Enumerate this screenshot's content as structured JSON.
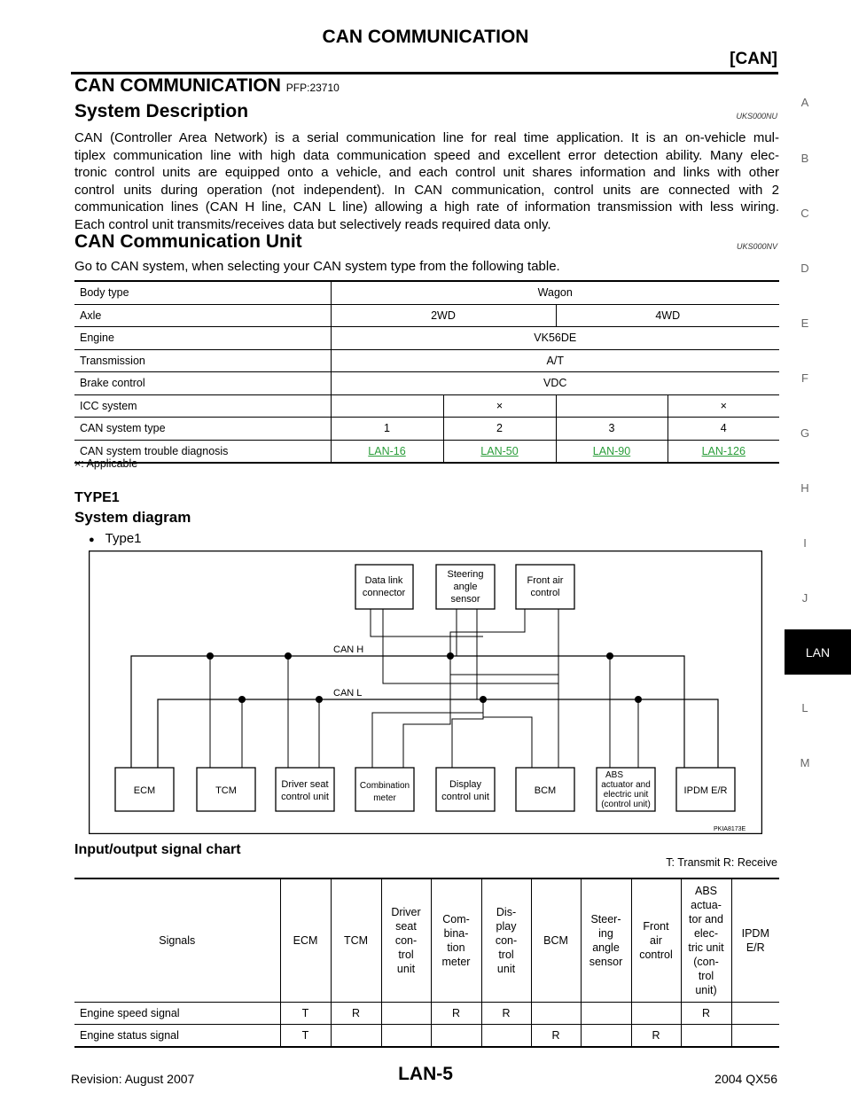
{
  "header": {
    "title": "CAN COMMUNICATION",
    "section": "[CAN]"
  },
  "section_title": {
    "text": "CAN COMMUNICATION",
    "code": "PFP:23710"
  },
  "system_description": {
    "heading": "System Description",
    "code": "UKS000NU",
    "lines": [
      "CAN (Controller Area Network) is a serial communication line for real time application. It is an on-vehicle mul-",
      "tiplex communication line with high data communication speed and excellent error detection ability. Many elec-",
      "tronic control units are equipped onto a vehicle, and each control unit shares information and links with other",
      "control units during operation (not independent). In CAN communication, control units are connected with 2",
      "communication lines (CAN H line, CAN L line) allowing a high rate of information transmission with less wiring.",
      "Each control unit transmits/receives data but selectively reads required data only."
    ]
  },
  "can_unit": {
    "heading": "CAN Communication Unit",
    "code": "UKS000NV",
    "intro": "Go to CAN system, when selecting your CAN system type from the following table.",
    "table": {
      "body_type_label": "Body type",
      "body_type": "Wagon",
      "axle_label": "Axle",
      "axle": [
        "2WD",
        "4WD"
      ],
      "engine_label": "Engine",
      "engine": "VK56DE",
      "transmission_label": "Transmission",
      "transmission": "A/T",
      "brake_label": "Brake control",
      "brake": "VDC",
      "icc_label": "ICC system",
      "icc": [
        "",
        "×",
        "",
        "×"
      ],
      "type_label": "CAN system type",
      "types": [
        "1",
        "2",
        "3",
        "4"
      ],
      "diag_label": "CAN system trouble diagnosis",
      "diag": [
        "LAN-16",
        "LAN-50",
        "LAN-90",
        "LAN-126"
      ]
    },
    "note": "×: Applicable"
  },
  "type1": {
    "heading": "TYPE1",
    "sub": "System diagram",
    "bullet": "Type1"
  },
  "diagram": {
    "top_units": [
      "Data link",
      "connector",
      "Steering",
      "angle",
      "sensor",
      "Front air",
      "control"
    ],
    "can_h": "CAN H",
    "can_l": "CAN L",
    "bottom_units": [
      "ECM",
      "TCM",
      "Driver seat",
      "control unit",
      "Combination",
      "meter",
      "Display",
      "control unit",
      "BCM",
      "ABS",
      "actuator and",
      "electric unit",
      "(control unit)",
      "IPDM E/R"
    ],
    "code": "PKIA8173E"
  },
  "io_chart": {
    "heading": "Input/output signal chart",
    "legend": "T: Transmit   R: Receive",
    "columns": [
      [
        "Signals"
      ],
      [
        "ECM"
      ],
      [
        "TCM"
      ],
      [
        "Driver",
        "seat",
        "con-",
        "trol",
        "unit"
      ],
      [
        "Com-",
        "bina-",
        "tion",
        "meter"
      ],
      [
        "Dis-",
        "play",
        "con-",
        "trol",
        "unit"
      ],
      [
        "BCM"
      ],
      [
        "Steer-",
        "ing",
        "angle",
        "sensor"
      ],
      [
        "Front",
        "air",
        "control"
      ],
      [
        "ABS",
        "actua-",
        "tor and",
        "elec-",
        "tric unit",
        "(con-",
        "trol",
        "unit)"
      ],
      [
        "IPDM",
        "E/R"
      ]
    ],
    "rows": [
      [
        "Engine speed signal",
        "T",
        "R",
        "",
        "R",
        "R",
        "",
        "",
        "",
        "R",
        ""
      ],
      [
        "Engine status signal",
        "T",
        "",
        "",
        "",
        "",
        "R",
        "",
        "R",
        "",
        ""
      ]
    ]
  },
  "side_index": [
    "A",
    "B",
    "C",
    "D",
    "E",
    "F",
    "G",
    "H",
    "I",
    "J",
    "LAN",
    "L",
    "M"
  ],
  "footer": {
    "revision": "Revision: August 2007",
    "page": "LAN-5",
    "model": "2004 QX56"
  }
}
